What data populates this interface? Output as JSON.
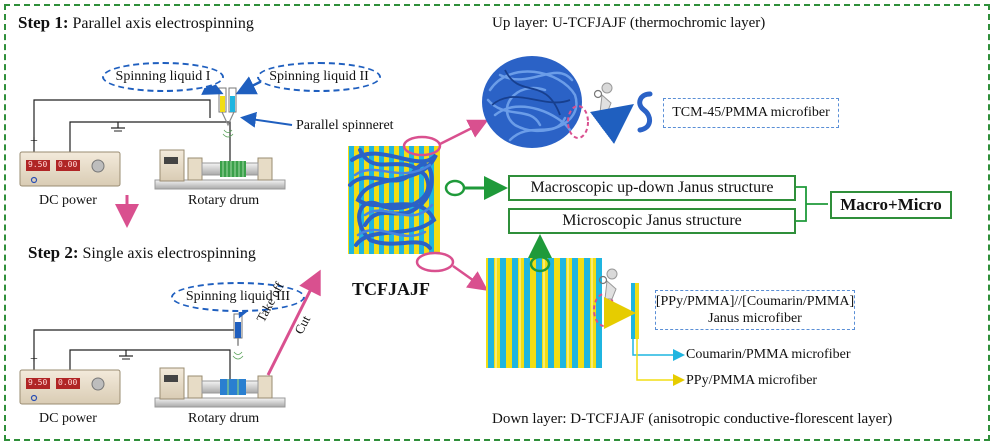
{
  "step1": {
    "label": "Step 1:",
    "text": "Parallel axis electrospinning"
  },
  "step2": {
    "label": "Step 2:",
    "text": "Single axis electrospinning"
  },
  "liquids": {
    "one": "Spinning liquid I",
    "two": "Spinning liquid II",
    "three": "Spinning liquid III"
  },
  "parallel_spinneret": "Parallel spinneret",
  "power": {
    "label": "DC power",
    "display_left": "9.50",
    "display_right": "0.00",
    "plus": "+"
  },
  "rotary_drum": "Rotary drum",
  "take_off": "Take off",
  "cut": "Cut",
  "product": "TCFJAJF",
  "up_layer": "Up layer: U-TCFJAJF (thermochromic layer)",
  "down_layer": "Down layer: D-TCFJAJF (anisotropic conductive-florescent layer)",
  "tcm_fiber": "TCM-45/PMMA microfiber",
  "janus_fiber": {
    "line1": "[PPy/PMMA]//[Coumarin/PMMA]",
    "line2": "Janus microfiber"
  },
  "coumarin_fiber": "Coumarin/PMMA microfiber",
  "ppy_fiber": "PPy/PMMA microfiber",
  "macro_structure": "Macroscopic up-down Janus structure",
  "micro_structure": "Microscopic Janus structure",
  "macro_micro": "Macro+Micro",
  "colors": {
    "frame": "#2f8f3a",
    "blue": "#1f5fbf",
    "cyan": "#1fb5e0",
    "yellow": "#f2dd14",
    "pink": "#d9508f",
    "green": "#1f9a3a"
  }
}
